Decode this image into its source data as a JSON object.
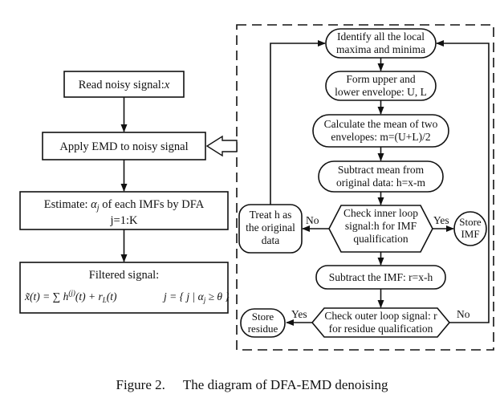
{
  "left_flow": {
    "read_signal": {
      "text": "Read noisy signal:",
      "var": "x"
    },
    "apply_emd": "Apply EMD to noisy signal",
    "estimate": {
      "line1_prefix": "Estimate: ",
      "alpha": "α",
      "alpha_sub": "j",
      "line1_suffix": " of each IMFs by DFA",
      "line2": "j=1:K"
    },
    "filtered": {
      "title": "Filtered signal:",
      "formula_left": "x̃(t) = ∑ h",
      "formula_sup": "(j)",
      "formula_mid": "(t) + r",
      "formula_sub": "L",
      "formula_end": "(t)",
      "set": "j = { j | α",
      "set_sub": "j",
      "set_end": " ≥ θ }"
    }
  },
  "right_flow": {
    "identify": [
      "Identify all the local",
      "maxima and minima"
    ],
    "envelope": [
      "Form upper and",
      "lower envelope: U, L"
    ],
    "mean": [
      "Calculate the mean of two",
      "envelopes: m=(U+L)/2"
    ],
    "subtract_mean": [
      "Subtract  mean from",
      "original data: h=x-m"
    ],
    "check_inner": [
      "Check inner loop",
      "signal:h for IMF",
      "qualification"
    ],
    "treat_h": [
      "Treat h as",
      "the original",
      "data"
    ],
    "store_imf": [
      "Store",
      "IMF"
    ],
    "subtract_imf": "Subtract the IMF: r=x-h",
    "check_outer": [
      "Check outer loop signal: r",
      "for residue qualification"
    ],
    "store_residue": [
      "Store",
      "residue"
    ]
  },
  "labels": {
    "yes": "Yes",
    "no": "No"
  },
  "caption": {
    "figure": "Figure 2.",
    "title": "The diagram of DFA-EMD denoising"
  }
}
